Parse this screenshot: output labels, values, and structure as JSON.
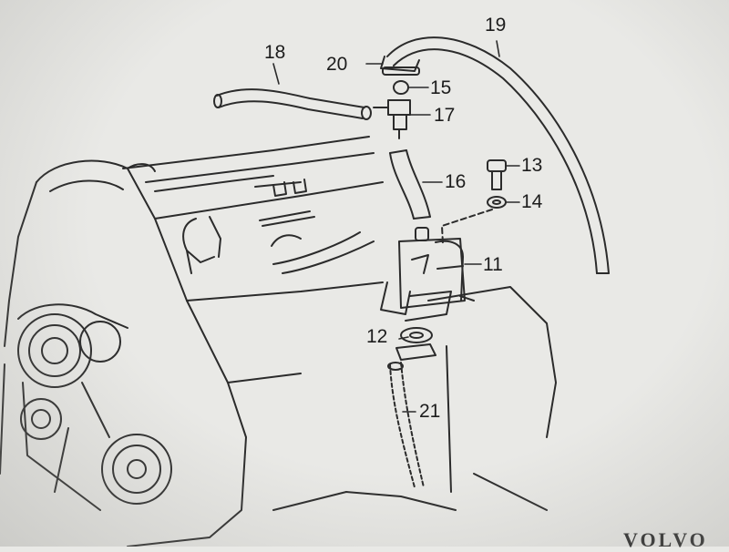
{
  "diagram": {
    "brand": "VOLVO",
    "callouts": {
      "c11": "11",
      "c12": "12",
      "c13": "13",
      "c14": "14",
      "c15": "15",
      "c16": "16",
      "c17": "17",
      "c18": "18",
      "c19": "19",
      "c20": "20",
      "c21": "21"
    }
  }
}
